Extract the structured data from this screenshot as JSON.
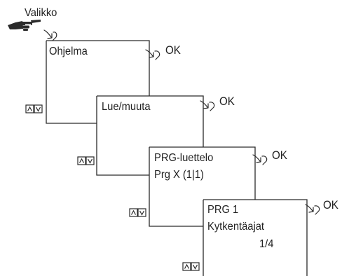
{
  "menu_label": "Valikko",
  "ok_label": "OK",
  "screens": [
    {
      "lines": [
        "Ohjelma"
      ]
    },
    {
      "lines": [
        "Lue/muuta"
      ]
    },
    {
      "lines": [
        "PRG-luettelo",
        "Prg X (1|1)"
      ]
    },
    {
      "lines": [
        "PRG 1",
        "Kytkentäajat",
        "1/4"
      ]
    }
  ],
  "nav_buttons": [
    "up",
    "down"
  ],
  "colors": {
    "line": "#2a2a2a",
    "text": "#222222",
    "background": "#ffffff"
  }
}
